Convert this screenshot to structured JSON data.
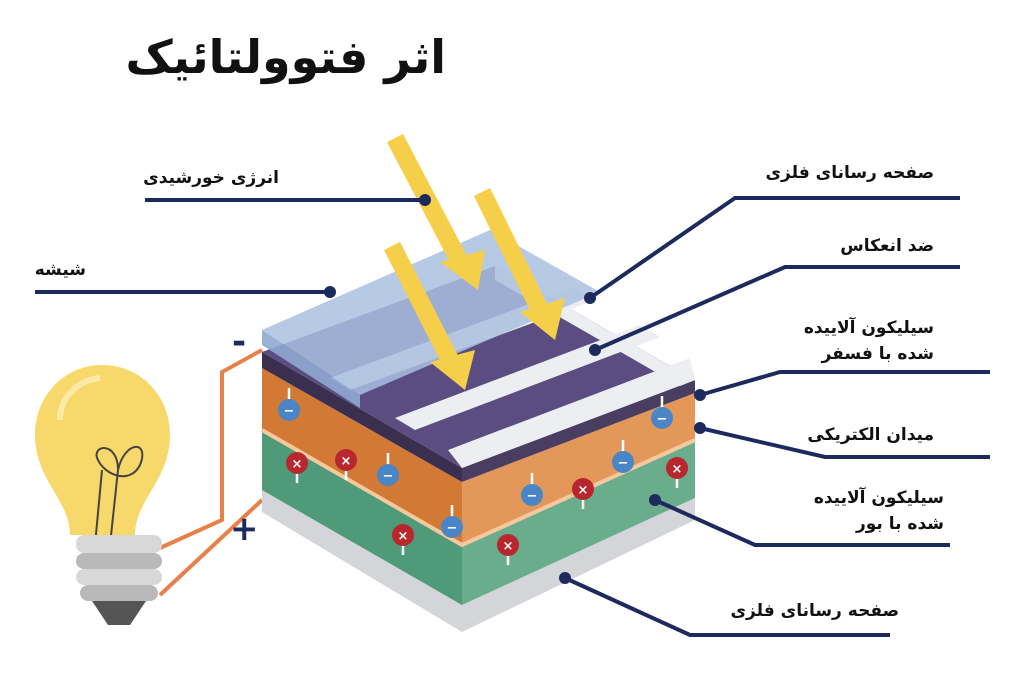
{
  "title": "اثر فتوولتائیک",
  "labels": {
    "solar_energy": "انرژی خورشیدی",
    "glass": "شیشه",
    "metal_plate_top": "صفحه رسانای فلزی",
    "anti_reflection": "ضد انعکاس",
    "n_silicon_line1": "سیلیکون آلاییده",
    "n_silicon_line2": "شده با فسفر",
    "electric_field": "میدان الکتریکی",
    "p_silicon_line1": "سیلیکون آلاییده",
    "p_silicon_line2": "شده با بور",
    "metal_plate_bottom": "صفحه رسانای فلزی"
  },
  "terminals": {
    "negative": "-",
    "positive": "+"
  },
  "colors": {
    "leader": "#1d2a5e",
    "orange": "#d9843f",
    "green": "#4f9a78",
    "purple": "#574a7c",
    "glass": "#a9c0e0",
    "arrow": "#f6cf4a",
    "wire": "#e8804a",
    "bulb": "#f7d96b"
  }
}
